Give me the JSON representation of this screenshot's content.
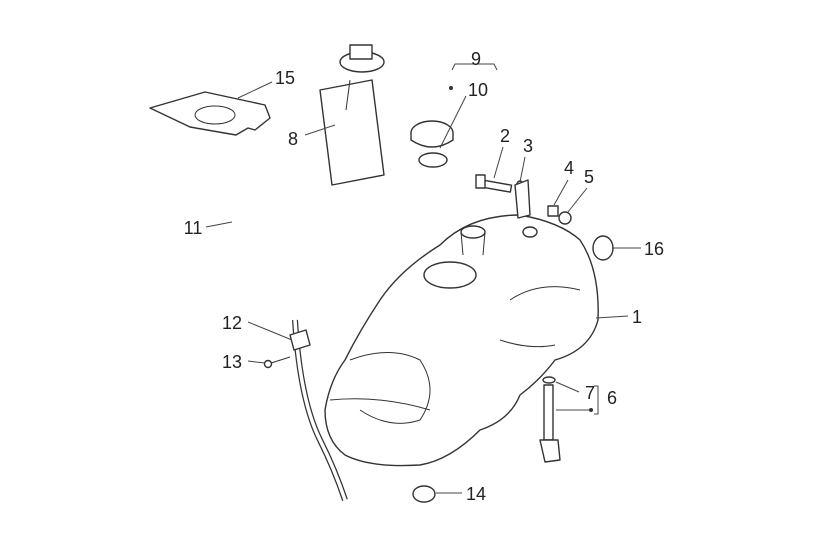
{
  "diagram": {
    "callouts": [
      {
        "id": "1",
        "part": "fuel-tank"
      },
      {
        "id": "2",
        "part": "bolt"
      },
      {
        "id": "3",
        "part": "washer"
      },
      {
        "id": "4",
        "part": "spacer"
      },
      {
        "id": "5",
        "part": "nut"
      },
      {
        "id": "6",
        "part": "fuel-level-sender-assembly"
      },
      {
        "id": "7",
        "part": "gasket"
      },
      {
        "id": "8",
        "part": "fuel-pump"
      },
      {
        "id": "9",
        "part": "fuel-cap-assembly"
      },
      {
        "id": "10",
        "part": "cap-seal"
      },
      {
        "id": "11",
        "part": "hose"
      },
      {
        "id": "12",
        "part": "hose-clip"
      },
      {
        "id": "13",
        "part": "screw"
      },
      {
        "id": "14",
        "part": "hose-clamp"
      },
      {
        "id": "15",
        "part": "cover-plate"
      },
      {
        "id": "16",
        "part": "hose-clamp"
      }
    ]
  }
}
